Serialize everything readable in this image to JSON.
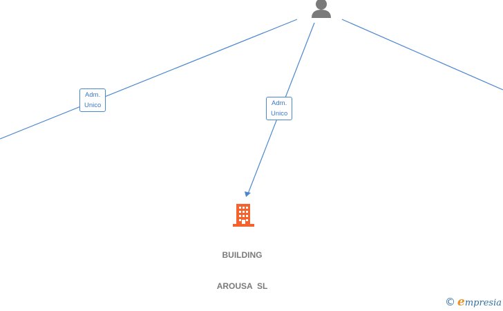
{
  "edges": [
    {
      "label_line1": "Adm.",
      "label_line2": "Unico"
    },
    {
      "label_line1": "Adm.",
      "label_line2": "Unico"
    }
  ],
  "company": {
    "name_line1": "BUILDING",
    "name_line2": "AROUSA  SL",
    "icon": "building-icon",
    "color": "#f4622d"
  },
  "person": {
    "icon": "person-icon",
    "color": "#7a7a7a"
  },
  "colors": {
    "edge": "#4a86cf"
  },
  "watermark": {
    "symbol": "©",
    "brand_initial": "e",
    "brand_rest": "mpresia"
  }
}
